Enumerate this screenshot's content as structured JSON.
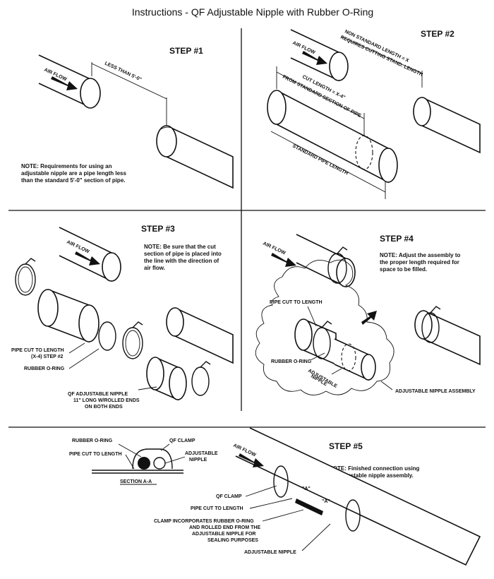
{
  "title": "Instructions - QF Adjustable Nipple with Rubber O-Ring",
  "step1": {
    "heading": "STEP #1",
    "air_flow": "AIR FLOW",
    "dimension": "LESS THAN 5'-0\"",
    "note": [
      "NOTE:  Requirements for using an",
      "adjustable nipple are a pipe length less",
      "than the standard 5'-0\" section of pipe."
    ]
  },
  "step2": {
    "heading": "STEP #2",
    "air_flow": "AIR FLOW",
    "nonstandard": [
      "NON STANDARD LENGTH = X",
      "REQUIRES CUTTING STAND. LENGTH"
    ],
    "cut_length": [
      "CUT LENGTH = X-4\"",
      "FROM STANDARD SECTION OF PIPE"
    ],
    "standard": "STANDARD PIPE LENGTH"
  },
  "step3": {
    "heading": "STEP #3",
    "air_flow": "AIR FLOW",
    "note": [
      "NOTE:  Be sure that the cut",
      "section of pipe is placed into",
      "the line with the direction of",
      "air flow."
    ],
    "pipe_cut": [
      "PIPE CUT TO LENGTH",
      "(X-4) STEP #2"
    ],
    "oring": "RUBBER O-RING",
    "nipple": [
      "QF ADJUSTABLE NIPPLE",
      "11\" LONG W/ROLLED ENDS",
      "ON BOTH ENDS"
    ]
  },
  "step4": {
    "heading": "STEP #4",
    "air_flow": "AIR FLOW",
    "note": [
      "NOTE:  Adjust the assembly to",
      "the proper length required for",
      "space to be filled."
    ],
    "pipe_cut": "PIPE CUT TO LENGTH",
    "oring": "RUBBER O-RING",
    "nipple": [
      "ADJUSTABLE",
      "NIPPLE"
    ],
    "assembly": "ADJUSTABLE NIPPLE ASSEMBLY"
  },
  "step5": {
    "heading": "STEP #5",
    "air_flow": "AIR FLOW",
    "note": [
      "NOTE:  Finished connection using",
      "the adjustable nipple assembly."
    ],
    "oring": "RUBBER O-RING",
    "qf_clamp": "QF CLAMP",
    "pipe_cut": "PIPE CUT TO LENGTH",
    "adj_nipple": [
      "ADJUSTABLE",
      "NIPPLE"
    ],
    "section": "SECTION A-A",
    "clamp_label": "QF CLAMP",
    "pipe_cut_2": "PIPE CUT TO LENGTH",
    "incorporates": [
      "CLAMP INCORPORATES RUBBER O-RING",
      "AND ROLLED END FROM THE",
      "ADJUSTABLE NIPPLE FOR",
      "SEALING PURPOSES"
    ],
    "adj_nipple_2": "ADJUSTABLE NIPPLE",
    "section_marker": "\"A\""
  }
}
